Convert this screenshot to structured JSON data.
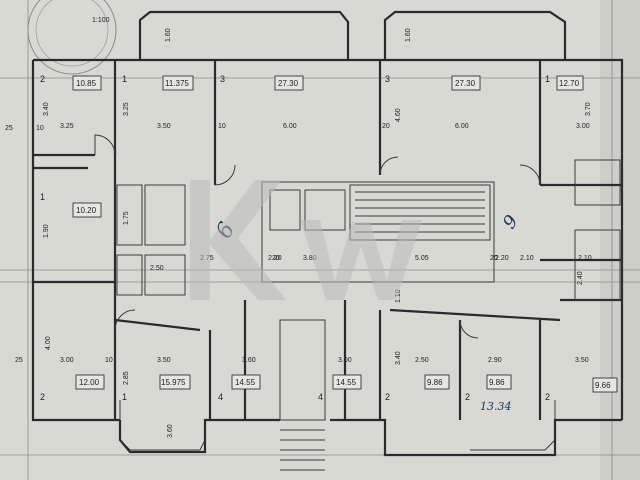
{
  "plan": {
    "room_areas": [
      "10.85",
      "11.375",
      "27.30",
      "27.30",
      "12.70",
      "10.20",
      "12.00",
      "15.975",
      "14.55",
      "14.55",
      "9.86",
      "9.86",
      "9.66"
    ],
    "room_numbers": [
      "2",
      "1",
      "3",
      "3",
      "1",
      "1",
      "2",
      "1",
      "4",
      "4",
      "2",
      "2",
      "2"
    ],
    "dimensions": [
      "3.40",
      "3.25",
      "3.25",
      "3.50",
      "6.00",
      "4.60",
      "6.00",
      "3.70",
      "3.00",
      "1.90",
      "1.75",
      "2.75",
      "2.20",
      "3.80",
      "5.05",
      "2.20",
      "2.10",
      "2.10",
      "2.40",
      "4.00",
      "3.00",
      "2.85",
      "3.50",
      "3.60",
      "3.00",
      "3.40",
      "2.50",
      "2.90",
      "3.50",
      "3.60",
      "1.10",
      "1.60",
      "1.60",
      "2.50"
    ],
    "wall_marks": [
      "10",
      "20",
      "25",
      "10",
      "20",
      "10",
      "25",
      "20"
    ],
    "handwritten": [
      "6",
      "9",
      "13.34"
    ],
    "stamp_text": "1:100",
    "watermark_logo": "kw"
  }
}
